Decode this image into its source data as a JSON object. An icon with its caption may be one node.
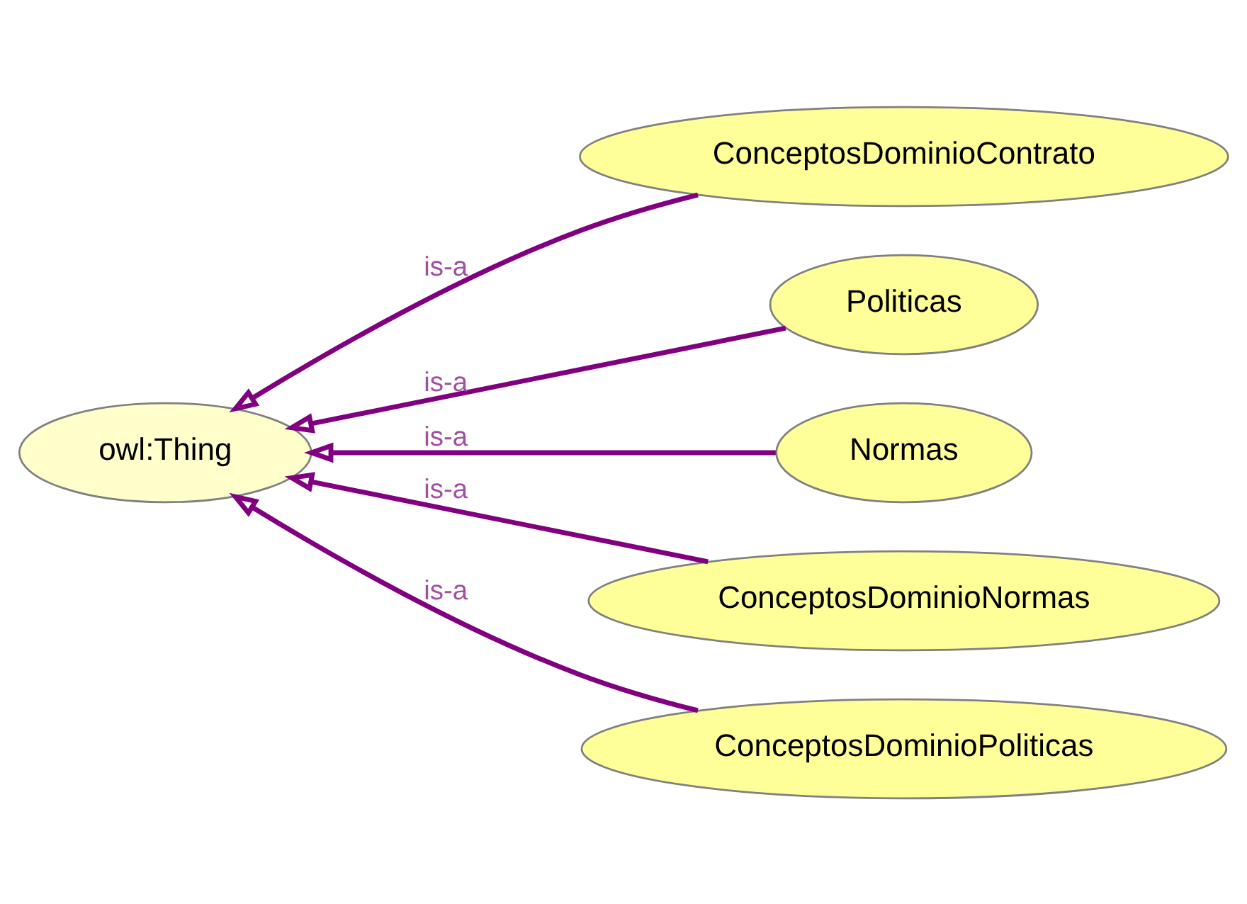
{
  "diagram": {
    "nodes": [
      {
        "text": [
          "owl:Thing"
        ]
      },
      {
        "text": [
          "ConceptosDominioContrato"
        ]
      },
      {
        "text": [
          "Politicas"
        ]
      },
      {
        "text": [
          "Normas"
        ]
      },
      {
        "text": [
          "ConceptosDominioNormas"
        ]
      },
      {
        "text": [
          "ConceptosDominioPoliticas"
        ]
      }
    ],
    "edges": [
      {
        "from": 1,
        "to": 0,
        "arrow": "to",
        "label": "is-a"
      },
      {
        "from": 2,
        "to": 0,
        "arrow": "to",
        "label": "is-a"
      },
      {
        "from": 3,
        "to": 0,
        "arrow": "to",
        "label": "is-a"
      },
      {
        "from": 4,
        "to": 0,
        "arrow": "to",
        "label": "is-a"
      },
      {
        "from": 5,
        "to": 0,
        "arrow": "to",
        "label": "is-a"
      }
    ]
  }
}
